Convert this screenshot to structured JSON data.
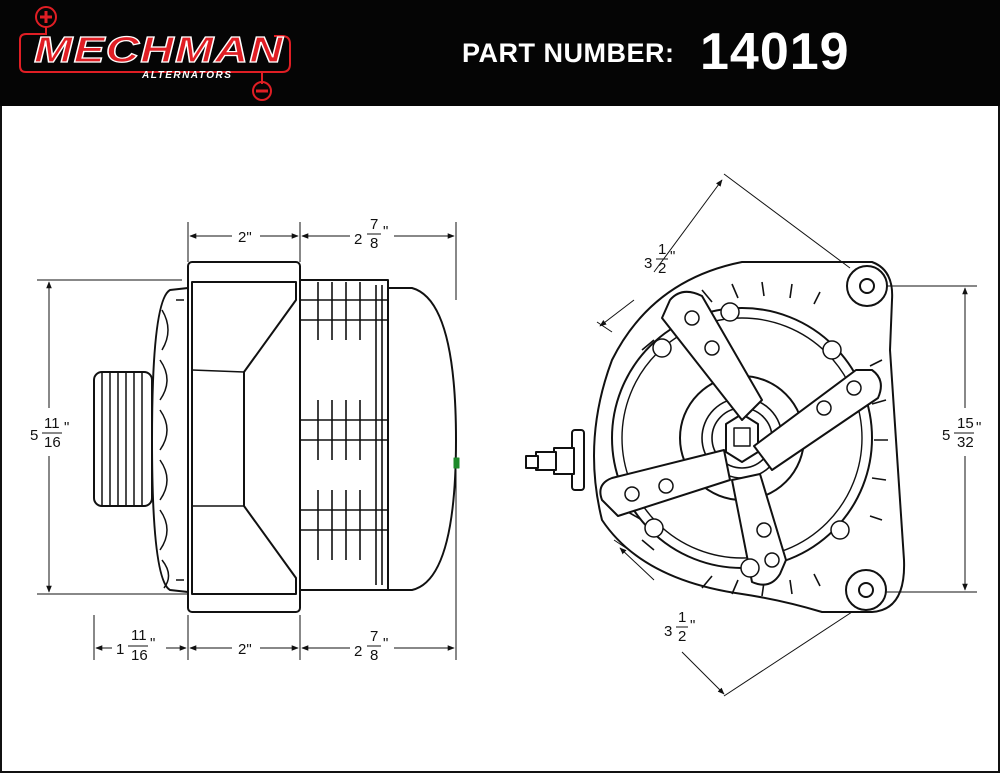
{
  "brand": {
    "name": "MECHMAN",
    "sub": "ALTERNATORS",
    "colors": {
      "red": "#e01e24",
      "white": "#ffffff",
      "background": "#050505"
    }
  },
  "header": {
    "part_label": "PART NUMBER:",
    "part_number": "14019"
  },
  "dimensions": {
    "side_top_left": {
      "whole": "2",
      "unit": "\""
    },
    "side_top_right": {
      "whole": "2",
      "num": "7",
      "den": "8",
      "unit": "\""
    },
    "side_height": {
      "whole": "5",
      "num": "11",
      "den": "16",
      "unit": "\""
    },
    "side_bottom_pulley": {
      "whole": "1",
      "num": "11",
      "den": "16",
      "unit": "\""
    },
    "side_bottom_mid": {
      "whole": "2",
      "unit": "\""
    },
    "side_bottom_right": {
      "whole": "2",
      "num": "7",
      "den": "8",
      "unit": "\""
    },
    "front_upper_diag": {
      "whole": "3",
      "num": "1",
      "den": "2",
      "unit": "\""
    },
    "front_lower_diag": {
      "whole": "3",
      "num": "1",
      "den": "2",
      "unit": "\""
    },
    "front_height": {
      "whole": "5",
      "num": "15",
      "den": "32",
      "unit": "\""
    }
  }
}
